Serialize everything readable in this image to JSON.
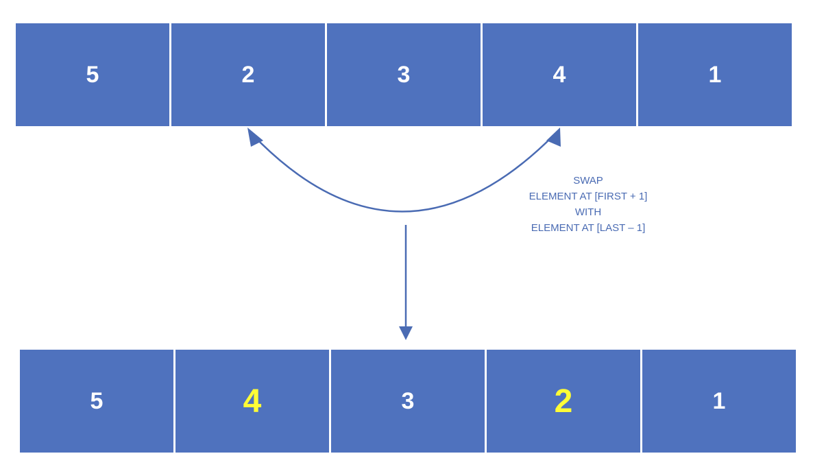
{
  "colors": {
    "cell_fill": "#4f72be",
    "cell_text": "#ffffff",
    "swapped_text": "#fffc36",
    "arrow": "#4a6bb3",
    "label_text": "#4a6bb3"
  },
  "top_array": {
    "values": [
      "5",
      "2",
      "3",
      "4",
      "1"
    ]
  },
  "bottom_array": {
    "values": [
      "5",
      "4",
      "3",
      "2",
      "1"
    ],
    "swapped_indices": [
      1,
      3
    ]
  },
  "swap_label": {
    "line1": "SWAP",
    "line2": "ELEMENT AT [FIRST + 1]",
    "line3": "WITH",
    "line4": "ELEMENT AT [LAST – 1]"
  }
}
